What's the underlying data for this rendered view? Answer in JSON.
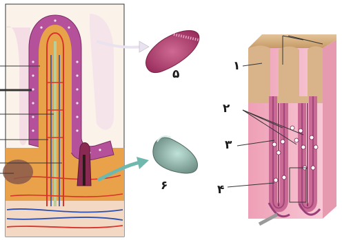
{
  "labels": {
    "one": "١",
    "two": "٢",
    "three": "٣",
    "four": "۴",
    "five": "۵",
    "six": "۶"
  },
  "colors": {
    "background": "#ffffff",
    "epithelium": "#b5509a",
    "lamina": "#e8a24a",
    "artery": "#d8322a",
    "vein": "#2a4fb0",
    "lymph": "#b9cf9a",
    "crypt_wall": "#c86a94",
    "block": "#f1b8c8",
    "block_top": "#cda77a",
    "arrow_green": "#6fb8ae",
    "arrow_white": "#e9e2ef"
  },
  "icons": {
    "left_panel": "villus-cross-section",
    "center_top": "enterocyte-cell",
    "center_bottom": "goblet-cell",
    "right_panel": "intestinal-gland-block"
  }
}
